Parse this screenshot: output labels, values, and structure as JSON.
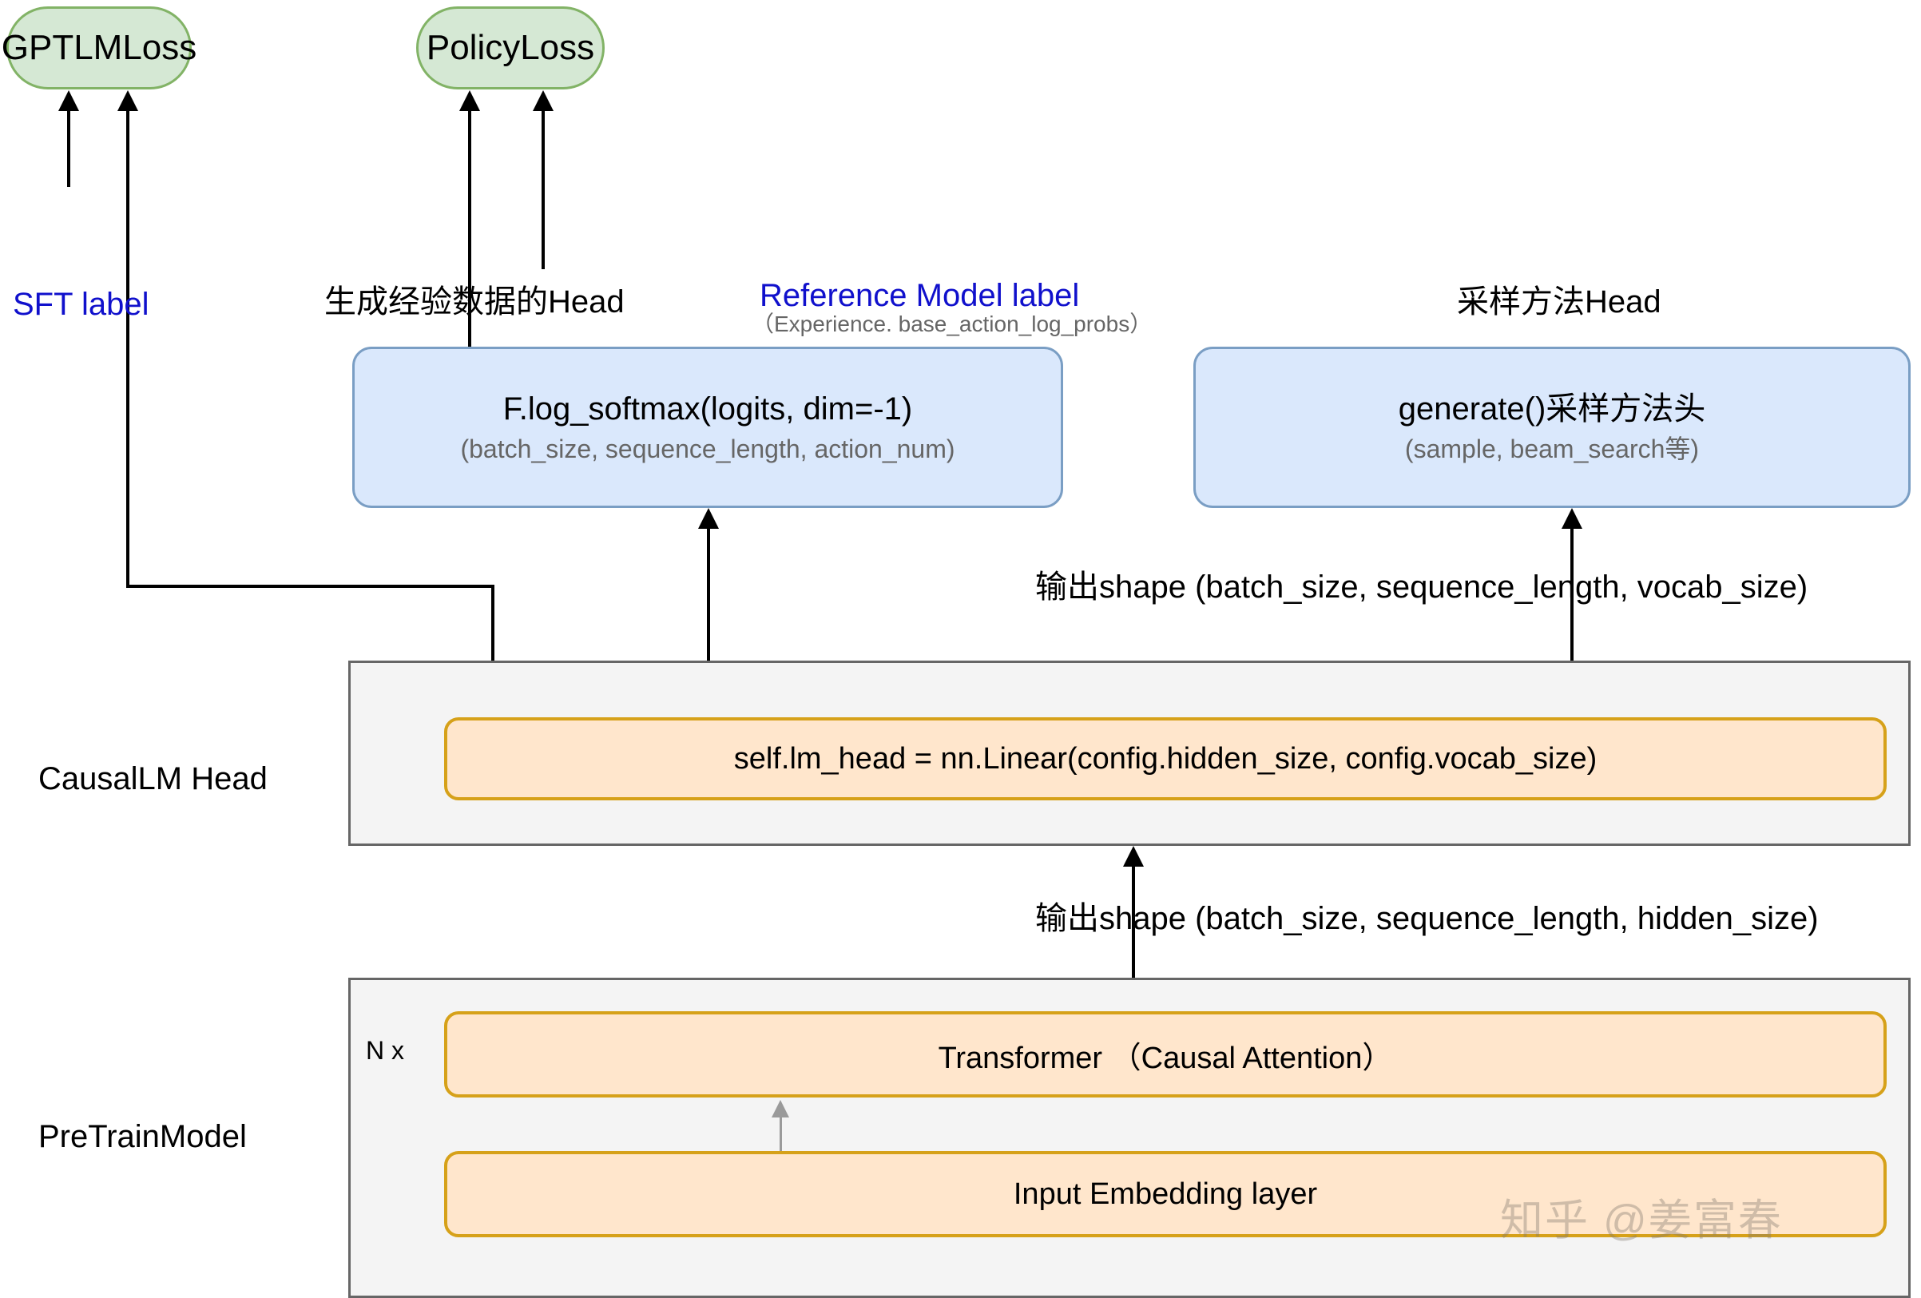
{
  "diagram": {
    "title": "LLM CausalLM head / PreTrainModel structure",
    "colors": {
      "loss_fill": "#d5e8d4",
      "loss_border": "#82b366",
      "blue_fill": "#dae8fc",
      "blue_border": "#7a9ec4",
      "orange_fill": "#ffe6cc",
      "orange_border": "#d6a119",
      "gray_fill": "#f4f4f4",
      "gray_border": "#666666",
      "label_blue": "#1010cc",
      "label_gray": "#666666",
      "connector": "#000000"
    }
  },
  "losses": [
    {
      "id": "gptlmloss",
      "label": "GPTLMLoss"
    },
    {
      "id": "policyloss",
      "label": "PolicyLoss"
    }
  ],
  "annotations": {
    "sft_label": "SFT label",
    "experience_head": "生成经验数据的Head",
    "reference_model_label": "Reference Model label",
    "reference_model_sub": "（Experience. base_action_log_probs）",
    "sampling_head": "采样方法Head"
  },
  "heads": [
    {
      "id": "log-softmax-head",
      "main": "F.log_softmax(logits, dim=-1)",
      "sub": "(batch_size, sequence_length, action_num)"
    },
    {
      "id": "generate-head",
      "main": "generate()采样方法头",
      "sub": "(sample, beam_search等)"
    }
  ],
  "sections": [
    {
      "id": "causallm-head",
      "label": "CausalLM Head"
    },
    {
      "id": "pretrainmodel",
      "label": "PreTrainModel"
    }
  ],
  "modules": [
    {
      "id": "lm-head",
      "label": "self.lm_head = nn.Linear(config.hidden_size, config.vocab_size)"
    },
    {
      "id": "transformer",
      "label": "Transformer （Causal Attention）"
    },
    {
      "id": "input-embedding",
      "label": "Input Embedding layer"
    }
  ],
  "repeat_marker": "N x",
  "shape_labels": [
    {
      "id": "vocab-shape",
      "text": "输出shape (batch_size, sequence_length, vocab_size)"
    },
    {
      "id": "hidden-shape",
      "text": "输出shape (batch_size, sequence_length, hidden_size)"
    }
  ],
  "watermark": "知乎 @姜富春"
}
